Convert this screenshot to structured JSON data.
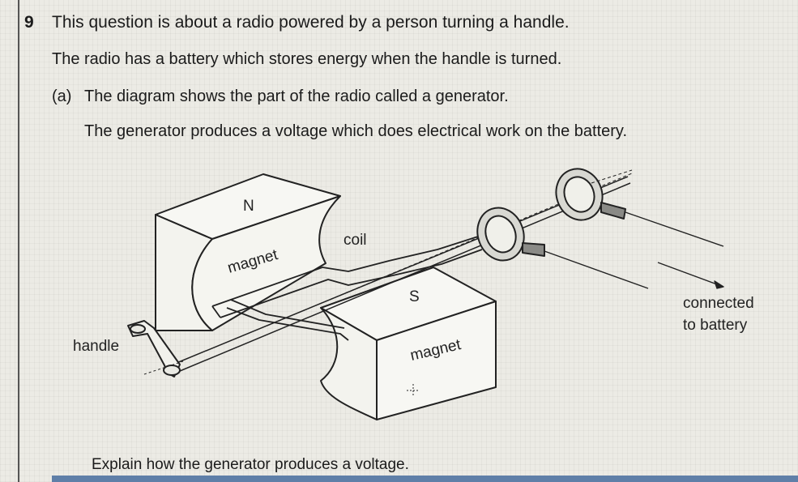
{
  "question": {
    "number": "9",
    "intro": "This question is about a radio powered by a person turning a handle.",
    "line2": "The radio has a battery which stores energy when the handle is turned.",
    "part_label": "(a)",
    "part_text": "The diagram shows the part of the radio called a generator.",
    "generator_text": "The generator produces a voltage which does electrical work on the battery.",
    "explain_prompt": "Explain how the generator produces a voltage."
  },
  "diagram": {
    "labels": {
      "north": "N",
      "south": "S",
      "magnet_top": "magnet",
      "magnet_bottom": "magnet",
      "coil": "coil",
      "handle": "handle",
      "connected_line1": "connected",
      "connected_line2": "to battery"
    }
  }
}
